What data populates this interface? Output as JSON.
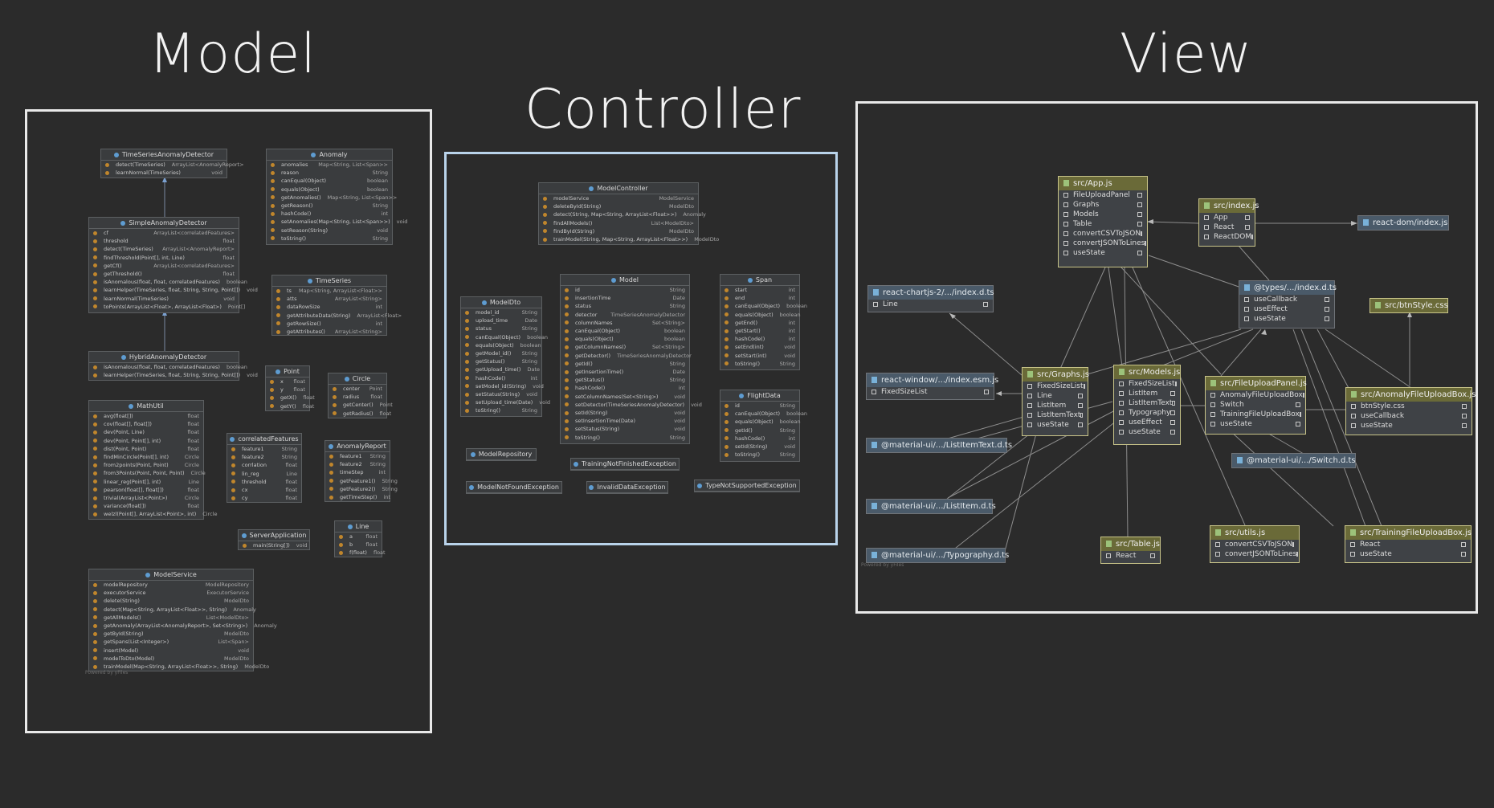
{
  "headings": {
    "model": "Model",
    "controller": "Controller",
    "view": "View"
  },
  "model_nodes": [
    {
      "title": "TimeSeriesAnomalyDetector",
      "rows": [
        [
          "detect(TimeSeries)",
          "ArrayList<AnomalyReport>"
        ],
        [
          "learnNormal(TimeSeries)",
          "void"
        ]
      ]
    },
    {
      "title": "Anomaly",
      "rows": [
        [
          "anomalies",
          "Map<String, List<Span>>"
        ],
        [
          "reason",
          "String"
        ],
        [
          "canEqual(Object)",
          "boolean"
        ],
        [
          "equals(Object)",
          "boolean"
        ],
        [
          "getAnomalies()",
          "Map<String, List<Span>>"
        ],
        [
          "getReason()",
          "String"
        ],
        [
          "hashCode()",
          "int"
        ],
        [
          "setAnomalies(Map<String, List<Span>>)",
          "void"
        ],
        [
          "setReason(String)",
          "void"
        ],
        [
          "toString()",
          "String"
        ]
      ]
    },
    {
      "title": "SimpleAnomalyDetector",
      "rows": [
        [
          "cf",
          "ArrayList<correlatedFeatures>"
        ],
        [
          "threshold",
          "float"
        ],
        [
          "detect(TimeSeries)",
          "ArrayList<AnomalyReport>"
        ],
        [
          "findThreshold(Point[], int, Line)",
          "float"
        ],
        [
          "getCf()",
          "ArrayList<correlatedFeatures>"
        ],
        [
          "getThreshold()",
          "float"
        ],
        [
          "isAnomalous(float, float, correlatedFeatures)",
          "boolean"
        ],
        [
          "learnHelper(TimeSeries, float, String, String, Point[])",
          "void"
        ],
        [
          "learnNormal(TimeSeries)",
          "void"
        ],
        [
          "toPoints(ArrayList<Float>, ArrayList<Float>)",
          "Point[]"
        ]
      ]
    },
    {
      "title": "TimeSeries",
      "rows": [
        [
          "ts",
          "Map<String, ArrayList<Float>>"
        ],
        [
          "atts",
          "ArrayList<String>"
        ],
        [
          "dataRowSize",
          "int"
        ],
        [
          "getAttributeData(String)",
          "ArrayList<Float>"
        ],
        [
          "getRowSize()",
          "int"
        ],
        [
          "getAttributes()",
          "ArrayList<String>"
        ]
      ]
    },
    {
      "title": "HybridAnomalyDetector",
      "rows": [
        [
          "isAnomalous(float, float, correlatedFeatures)",
          "boolean"
        ],
        [
          "learnHelper(TimeSeries, float, String, String, Point[])",
          "void"
        ]
      ]
    },
    {
      "title": "Point",
      "rows": [
        [
          "x",
          "float"
        ],
        [
          "y",
          "float"
        ],
        [
          "getX()",
          "float"
        ],
        [
          "getY()",
          "float"
        ]
      ]
    },
    {
      "title": "Circle",
      "rows": [
        [
          "center",
          "Point"
        ],
        [
          "radius",
          "float"
        ],
        [
          "getCenter()",
          "Point"
        ],
        [
          "getRadius()",
          "float"
        ]
      ]
    },
    {
      "title": "MathUtil",
      "rows": [
        [
          "avg(float[])",
          "float"
        ],
        [
          "cov(float[], float[])",
          "float"
        ],
        [
          "dev(Point, Line)",
          "float"
        ],
        [
          "dev(Point, Point[], int)",
          "float"
        ],
        [
          "dist(Point, Point)",
          "float"
        ],
        [
          "findMinCircle(Point[], int)",
          "Circle"
        ],
        [
          "from2points(Point, Point)",
          "Circle"
        ],
        [
          "from3Points(Point, Point, Point)",
          "Circle"
        ],
        [
          "linear_reg(Point[], int)",
          "Line"
        ],
        [
          "pearson(float[], float[])",
          "float"
        ],
        [
          "trivial(ArrayList<Point>)",
          "Circle"
        ],
        [
          "variance(float[])",
          "float"
        ],
        [
          "welzl(Point[], ArrayList<Point>, int)",
          "Circle"
        ]
      ]
    },
    {
      "title": "correlatedFeatures",
      "rows": [
        [
          "feature1",
          "String"
        ],
        [
          "feature2",
          "String"
        ],
        [
          "corrlation",
          "float"
        ],
        [
          "lin_reg",
          "Line"
        ],
        [
          "threshold",
          "float"
        ],
        [
          "cx",
          "float"
        ],
        [
          "cy",
          "float"
        ]
      ]
    },
    {
      "title": "AnomalyReport",
      "rows": [
        [
          "feature1",
          "String"
        ],
        [
          "feature2",
          "String"
        ],
        [
          "timeStep",
          "int"
        ],
        [
          "getFeature1()",
          "String"
        ],
        [
          "getFeature2()",
          "String"
        ],
        [
          "getTimeStep()",
          "int"
        ]
      ]
    },
    {
      "title": "ServerApplication",
      "rows": [
        [
          "main(String[])",
          "void"
        ]
      ]
    },
    {
      "title": "Line",
      "rows": [
        [
          "a",
          "float"
        ],
        [
          "b",
          "float"
        ],
        [
          "f(float)",
          "float"
        ]
      ]
    },
    {
      "title": "ModelService",
      "rows": [
        [
          "modelRepository",
          "ModelRepository"
        ],
        [
          "executorService",
          "ExecutorService"
        ],
        [
          "delete(String)",
          "ModelDto"
        ],
        [
          "detect(Map<String, ArrayList<Float>>, String)",
          "Anomaly"
        ],
        [
          "getAllModels()",
          "List<ModelDto>"
        ],
        [
          "getAnomaly(ArrayList<AnomalyReport>, Set<String>)",
          "Anomaly"
        ],
        [
          "getById(String)",
          "ModelDto"
        ],
        [
          "getSpans(List<Integer>)",
          "List<Span>"
        ],
        [
          "insert(Model)",
          "void"
        ],
        [
          "modelToDto(Model)",
          "ModelDto"
        ],
        [
          "trainModel(Map<String, ArrayList<Float>>, String)",
          "ModelDto"
        ]
      ]
    }
  ],
  "controller_nodes": [
    {
      "title": "ModelController",
      "rows": [
        [
          "modelService",
          "ModelService"
        ],
        [
          "deleteById(String)",
          "ModelDto"
        ],
        [
          "detect(String, Map<String, ArrayList<Float>>)",
          "Anomaly"
        ],
        [
          "findAllModels()",
          "List<ModelDto>"
        ],
        [
          "findById(String)",
          "ModelDto"
        ],
        [
          "trainModel(String, Map<String, ArrayList<Float>>)",
          "ModelDto"
        ]
      ]
    },
    {
      "title": "ModelDto",
      "rows": [
        [
          "model_id",
          "String"
        ],
        [
          "upload_time",
          "Date"
        ],
        [
          "status",
          "String"
        ],
        [
          "canEqual(Object)",
          "boolean"
        ],
        [
          "equals(Object)",
          "boolean"
        ],
        [
          "getModel_id()",
          "String"
        ],
        [
          "getStatus()",
          "String"
        ],
        [
          "getUpload_time()",
          "Date"
        ],
        [
          "hashCode()",
          "int"
        ],
        [
          "setModel_id(String)",
          "void"
        ],
        [
          "setStatus(String)",
          "void"
        ],
        [
          "setUpload_time(Date)",
          "void"
        ],
        [
          "toString()",
          "String"
        ]
      ]
    },
    {
      "title": "Model",
      "rows": [
        [
          "id",
          "String"
        ],
        [
          "insertionTime",
          "Date"
        ],
        [
          "status",
          "String"
        ],
        [
          "detector",
          "TimeSeriesAnomalyDetector"
        ],
        [
          "columnNames",
          "Set<String>"
        ],
        [
          "canEqual(Object)",
          "boolean"
        ],
        [
          "equals(Object)",
          "boolean"
        ],
        [
          "getColumnNames()",
          "Set<String>"
        ],
        [
          "getDetector()",
          "TimeSeriesAnomalyDetector"
        ],
        [
          "getId()",
          "String"
        ],
        [
          "getInsertionTime()",
          "Date"
        ],
        [
          "getStatus()",
          "String"
        ],
        [
          "hashCode()",
          "int"
        ],
        [
          "setColumnNames(Set<String>)",
          "void"
        ],
        [
          "setDetector(TimeSeriesAnomalyDetector)",
          "void"
        ],
        [
          "setId(String)",
          "void"
        ],
        [
          "setInsertionTime(Date)",
          "void"
        ],
        [
          "setStatus(String)",
          "void"
        ],
        [
          "toString()",
          "String"
        ]
      ]
    },
    {
      "title": "Span",
      "rows": [
        [
          "start",
          "int"
        ],
        [
          "end",
          "int"
        ],
        [
          "canEqual(Object)",
          "boolean"
        ],
        [
          "equals(Object)",
          "boolean"
        ],
        [
          "getEnd()",
          "int"
        ],
        [
          "getStart()",
          "int"
        ],
        [
          "hashCode()",
          "int"
        ],
        [
          "setEnd(int)",
          "void"
        ],
        [
          "setStart(int)",
          "void"
        ],
        [
          "toString()",
          "String"
        ]
      ]
    },
    {
      "title": "FlightData",
      "rows": [
        [
          "id",
          "String"
        ],
        [
          "canEqual(Object)",
          "boolean"
        ],
        [
          "equals(Object)",
          "boolean"
        ],
        [
          "getId()",
          "String"
        ],
        [
          "hashCode()",
          "int"
        ],
        [
          "setId(String)",
          "void"
        ],
        [
          "toString()",
          "String"
        ]
      ]
    },
    {
      "title": "ModelRepository",
      "rows": []
    },
    {
      "title": "TrainingNotFinishedException",
      "rows": []
    },
    {
      "title": "ModelNotFoundException",
      "rows": []
    },
    {
      "title": "InvalidDataException",
      "rows": []
    },
    {
      "title": "TypeNotSupportedException",
      "rows": []
    }
  ],
  "view_nodes": [
    {
      "title": "src/App.js",
      "rows": [
        "FileUploadPanel",
        "Graphs",
        "Models",
        "Table",
        "convertCSVToJSON",
        "convertJSONToLines",
        "useState"
      ]
    },
    {
      "title": "src/index.js",
      "rows": [
        "App",
        "React",
        "ReactDOM"
      ]
    },
    {
      "title": "react-dom/index.js",
      "rows": []
    },
    {
      "title": "react-chartjs-2/.../index.d.ts",
      "rows": [
        "Line"
      ]
    },
    {
      "title": "@types/.../index.d.ts",
      "rows": [
        "useCallback",
        "useEffect",
        "useState"
      ]
    },
    {
      "title": "src/btnStyle.css",
      "rows": []
    },
    {
      "title": "react-window/.../index.esm.js",
      "rows": [
        "FixedSizeList"
      ]
    },
    {
      "title": "src/Graphs.js",
      "rows": [
        "FixedSizeList",
        "Line",
        "ListItem",
        "ListItemText",
        "useState"
      ]
    },
    {
      "title": "src/Models.js",
      "rows": [
        "FixedSizeList",
        "ListItem",
        "ListItemText",
        "Typography",
        "useEffect",
        "useState"
      ]
    },
    {
      "title": "src/FileUploadPanel.js",
      "rows": [
        "AnomalyFileUploadBox",
        "Switch",
        "TrainingFileUploadBox",
        "useState"
      ]
    },
    {
      "title": "src/AnomalyFileUploadBox.js",
      "rows": [
        "btnStyle.css",
        "useCallback",
        "useState"
      ]
    },
    {
      "title": "@material-ui/.../ListItemText.d.ts",
      "rows": []
    },
    {
      "title": "@material-ui/.../Switch.d.ts",
      "rows": []
    },
    {
      "title": "@material-ui/.../ListItem.d.ts",
      "rows": []
    },
    {
      "title": "@material-ui/.../Typography.d.ts",
      "rows": []
    },
    {
      "title": "src/Table.js",
      "rows": [
        "React"
      ]
    },
    {
      "title": "src/utils.js",
      "rows": [
        "convertCSVToJSON",
        "convertJSONToLines"
      ]
    },
    {
      "title": "src/TrainingFileUploadBox.js",
      "rows": [
        "React",
        "useState"
      ]
    }
  ],
  "credits": [
    "Powered by yFiles",
    "Powered by yFiles"
  ],
  "colors": {
    "background": "#2b2b2b",
    "frame": "#e9e9e9",
    "controller_frame": "#b9d3ea",
    "module_header": "#6a6a38",
    "library_header": "#4a5a69"
  }
}
